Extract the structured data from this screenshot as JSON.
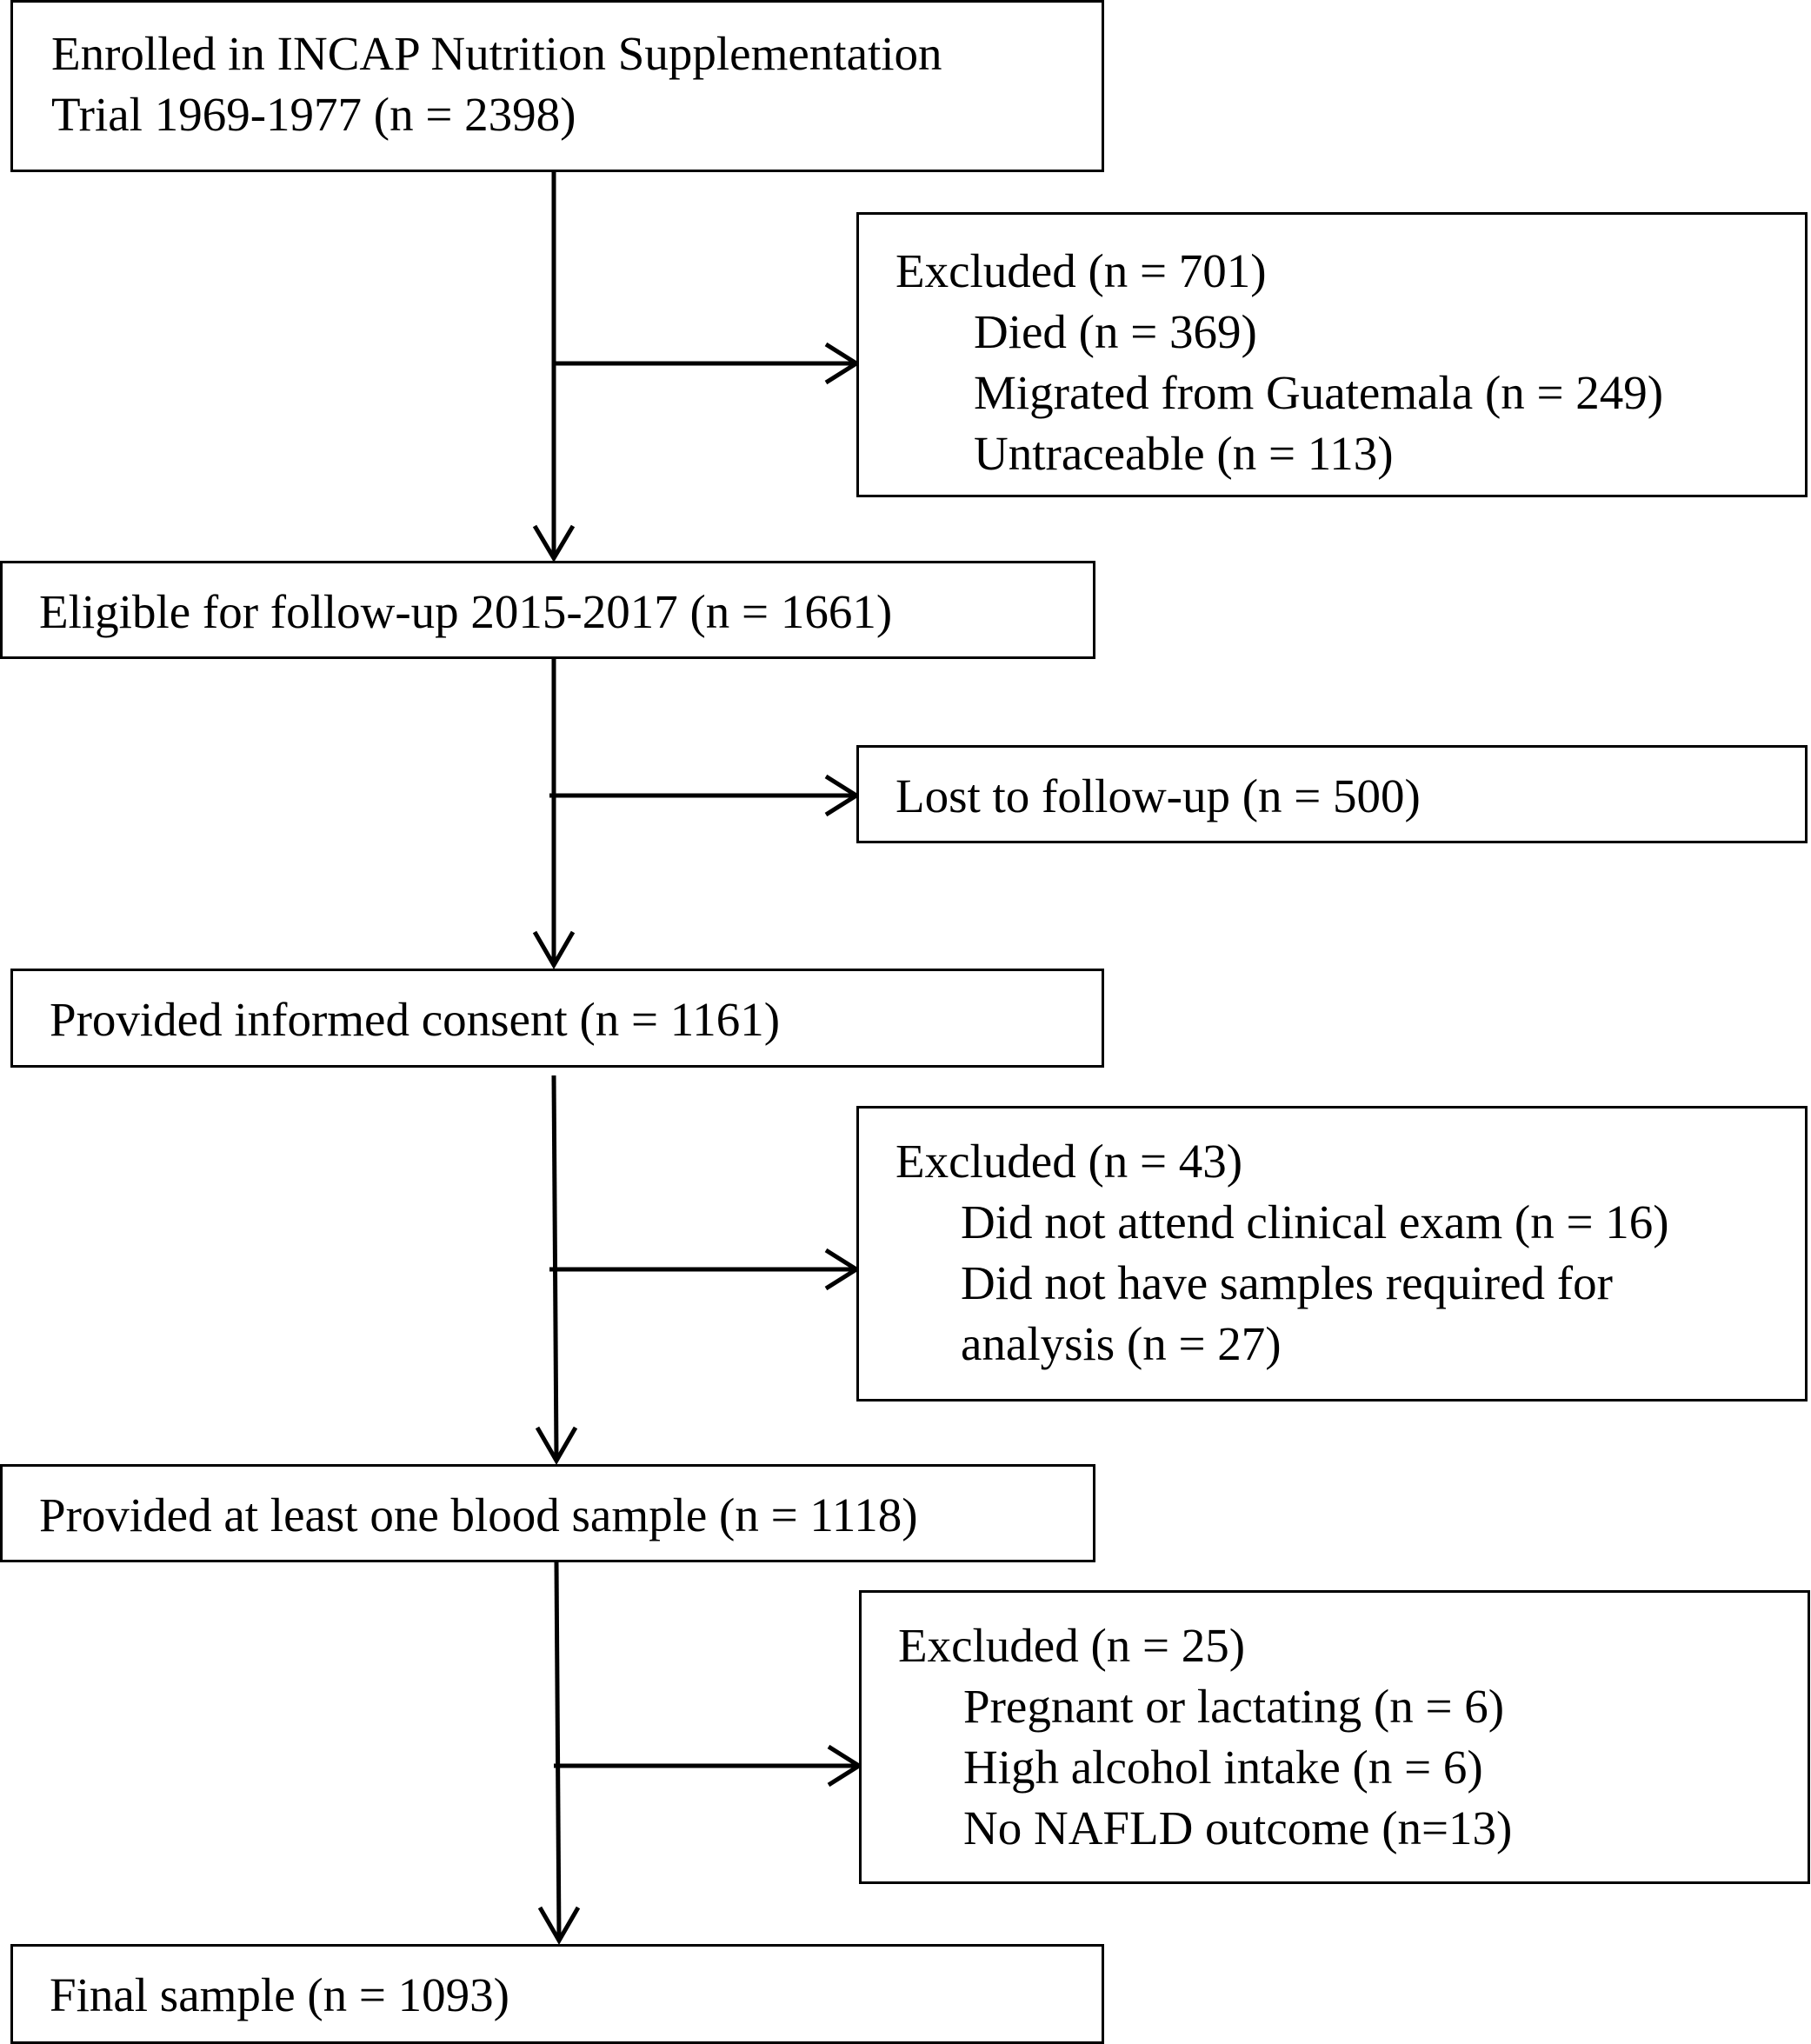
{
  "flowchart": {
    "enrolled": {
      "line1": "Enrolled in INCAP Nutrition Supplementation",
      "line2": "Trial 1969-1977 (n = 2398)"
    },
    "exclusion_1": {
      "header": "Excluded (n = 701)",
      "items": [
        "Died (n = 369)",
        "Migrated from Guatemala (n = 249)",
        "Untraceable (n = 113)"
      ]
    },
    "eligible": {
      "label": "Eligible for follow-up 2015-2017 (n = 1661)"
    },
    "lost": {
      "label": "Lost to follow-up (n = 500)"
    },
    "consent": {
      "label": "Provided informed consent (n = 1161)"
    },
    "exclusion_2": {
      "header": "Excluded (n = 43)",
      "items": [
        "Did not attend clinical exam (n = 16)",
        "Did not have samples required for",
        "analysis (n = 27)"
      ]
    },
    "blood": {
      "label": "Provided at least one blood sample (n = 1118)"
    },
    "exclusion_3": {
      "header": "Excluded (n = 25)",
      "items": [
        "Pregnant or lactating (n = 6)",
        "High alcohol intake (n = 6)",
        "No NAFLD outcome (n=13)"
      ]
    },
    "final": {
      "label": "Final sample (n = 1093)"
    }
  }
}
